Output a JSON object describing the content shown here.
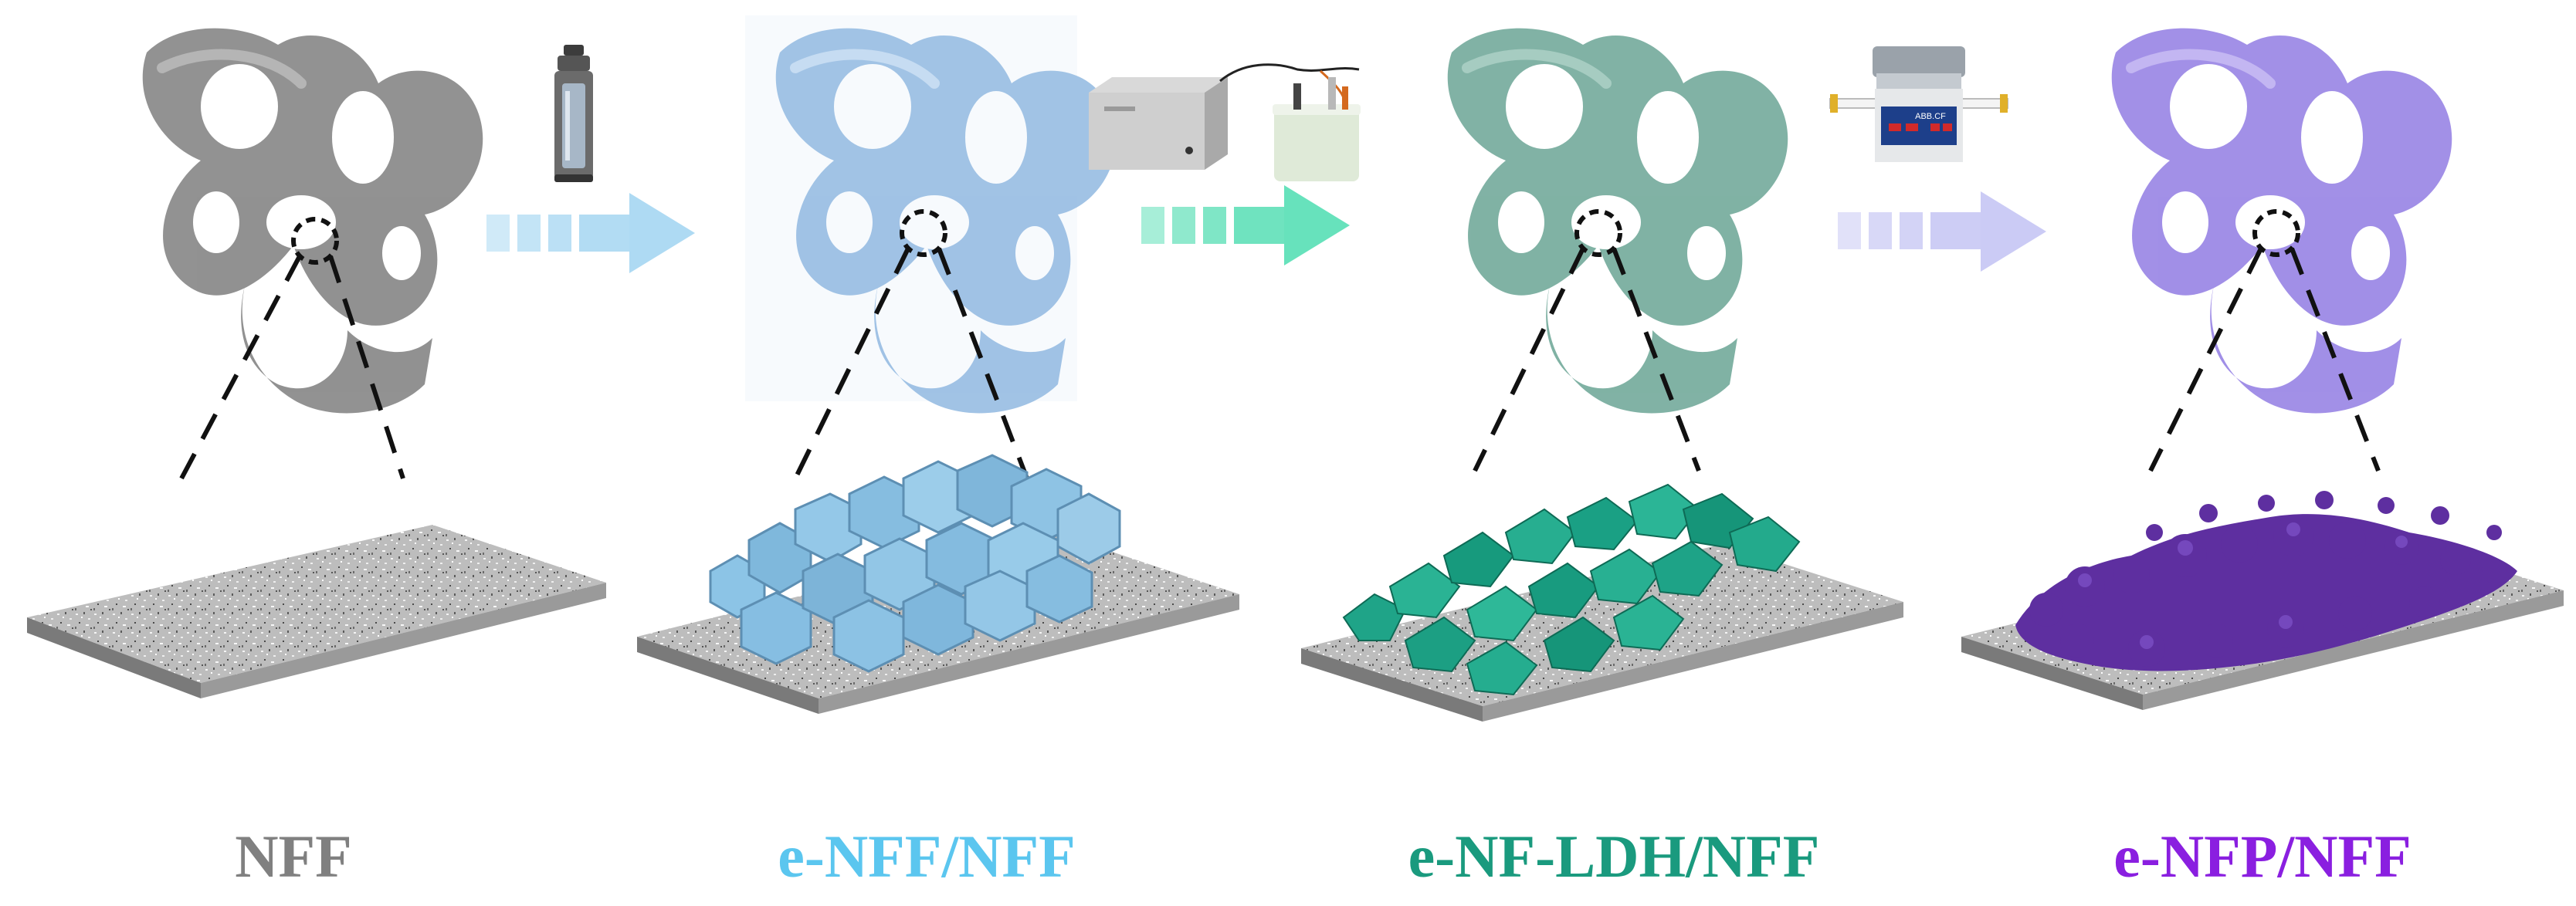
{
  "stages": [
    {
      "label": "NFF",
      "color": "#808080",
      "foam_color": "#8c8c8c",
      "deposit": "none",
      "deposit_color": ""
    },
    {
      "label": "e-NFF/NFF",
      "color": "#5bc6ef",
      "foam_color": "#9cc0e4",
      "deposit": "hexagonal-plates",
      "deposit_color": "#8cc4e6"
    },
    {
      "label": "e-NF-LDH/NFF",
      "color": "#1a9a7e",
      "foam_color": "#7aaea0",
      "deposit": "polyhedra",
      "deposit_color": "#1fa488"
    },
    {
      "label": "e-NFP/NFF",
      "color": "#8a1fe0",
      "foam_color": "#9d8ae6",
      "deposit": "nodules",
      "deposit_color": "#5e2fa0"
    }
  ],
  "arrows": [
    {
      "color": "#aad8f2",
      "apparatus_icon": "autoclave-icon"
    },
    {
      "color": "#5fe0b8",
      "apparatus_icon": "electrodeposition-cell-icon"
    },
    {
      "color": "#c8c8f4",
      "apparatus_icon": "tube-furnace-icon"
    }
  ],
  "furnace_display": "ABB.CF"
}
